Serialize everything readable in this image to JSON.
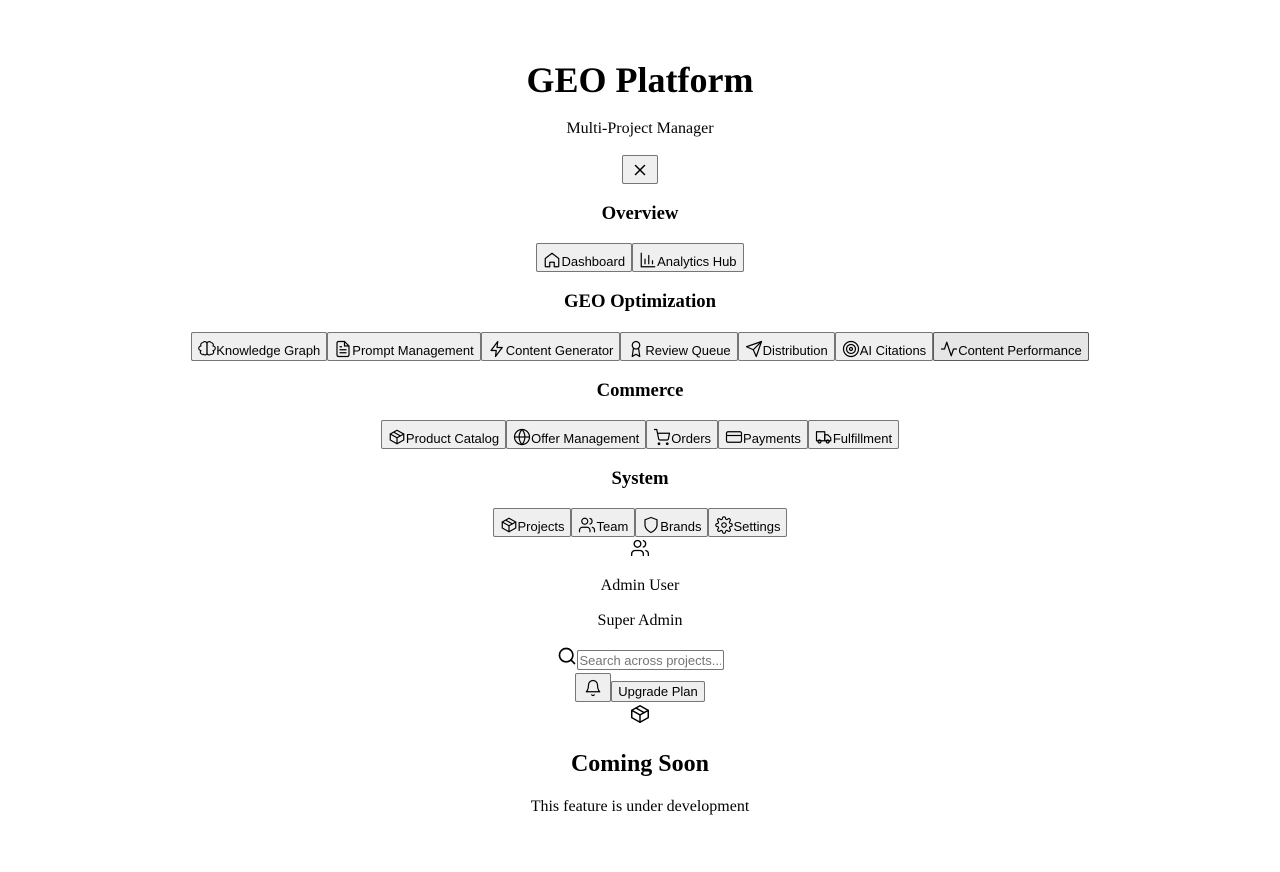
{
  "header": {
    "title": "GEO Platform",
    "subtitle": "Multi-Project Manager",
    "close_icon": "x-icon"
  },
  "sections": {
    "overview": {
      "heading": "Overview",
      "items": [
        {
          "label": "Dashboard",
          "icon": "home-icon"
        },
        {
          "label": "Analytics Hub",
          "icon": "bar-chart-icon"
        }
      ]
    },
    "geo": {
      "heading": "GEO Optimization",
      "items": [
        {
          "label": "Knowledge Graph",
          "icon": "brain-icon"
        },
        {
          "label": "Prompt Management",
          "icon": "file-text-icon"
        },
        {
          "label": "Content Generator",
          "icon": "zap-icon"
        },
        {
          "label": "Review Queue",
          "icon": "award-icon"
        },
        {
          "label": "Distribution",
          "icon": "send-icon"
        },
        {
          "label": "AI Citations",
          "icon": "target-icon"
        },
        {
          "label": "Content Performance",
          "icon": "activity-icon",
          "active": true
        }
      ]
    },
    "commerce": {
      "heading": "Commerce",
      "items": [
        {
          "label": "Product Catalog",
          "icon": "package-icon"
        },
        {
          "label": "Offer Management",
          "icon": "globe-icon"
        },
        {
          "label": "Orders",
          "icon": "shopping-cart-icon"
        },
        {
          "label": "Payments",
          "icon": "credit-card-icon"
        },
        {
          "label": "Fulfillment",
          "icon": "truck-icon"
        }
      ]
    },
    "system": {
      "heading": "System",
      "items": [
        {
          "label": "Projects",
          "icon": "package-icon"
        },
        {
          "label": "Team",
          "icon": "users-icon"
        },
        {
          "label": "Brands",
          "icon": "shield-icon"
        },
        {
          "label": "Settings",
          "icon": "gear-icon"
        }
      ]
    }
  },
  "user": {
    "icon": "users-icon",
    "name": "Admin User",
    "role": "Super Admin"
  },
  "topbar": {
    "search_icon": "search-icon",
    "search_placeholder": "Search across projects...",
    "search_value": "",
    "bell_icon": "bell-icon",
    "upgrade_label": "Upgrade Plan"
  },
  "main": {
    "icon": "package-icon",
    "heading": "Coming Soon",
    "message": "This feature is under development"
  }
}
